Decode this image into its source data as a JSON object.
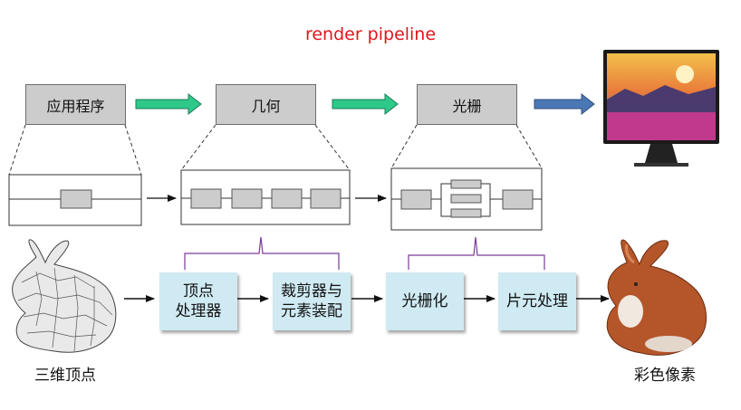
{
  "title": "render pipeline",
  "stages": {
    "app": "应用程序",
    "geometry": "几何",
    "raster": "光栅"
  },
  "steps": {
    "vertex": [
      "顶点",
      "处理器"
    ],
    "clip": [
      "裁剪器与",
      "元素装配"
    ],
    "rasterize": "光栅化",
    "fragment": "片元处理"
  },
  "captions": {
    "input": "三维顶点",
    "output": "彩色像素"
  },
  "colors": {
    "title": "#e0151b",
    "green_arrow": "#2ec98a",
    "blue_arrow": "#4a78b5",
    "bracket": "#7a3a9a",
    "step_fill": "#cfeaf3",
    "stage_fill": "#cccccc"
  },
  "icons": {
    "monitor": "monitor-icon",
    "wireframe_bunny": "wireframe-bunny-icon",
    "colored_bunny": "colored-bunny-icon"
  }
}
